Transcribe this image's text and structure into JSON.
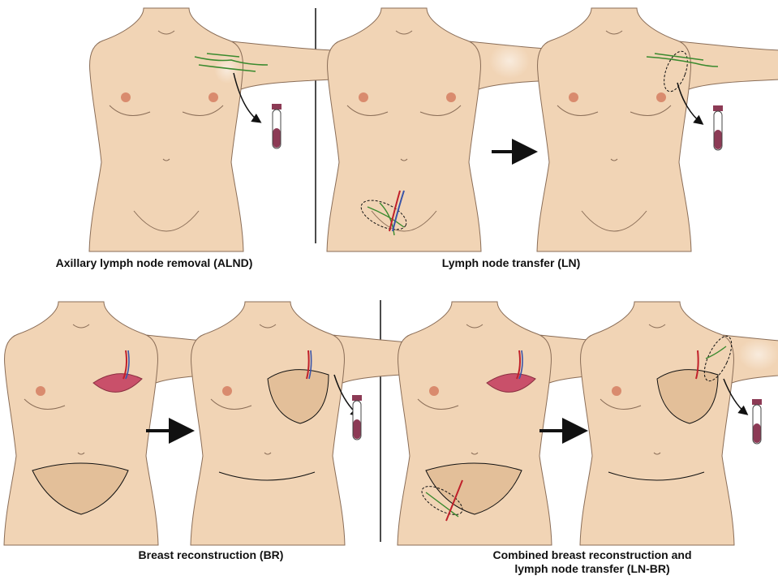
{
  "captions": {
    "alnd": "Axillary lymph node removal (ALND)",
    "ln": "Lymph node transfer (LN)",
    "br": "Breast reconstruction (BR)",
    "lnbr_line1": "Combined breast reconstruction and",
    "lnbr_line2": "lymph node transfer (LN-BR)"
  },
  "colors": {
    "skin": "#f1d4b5",
    "skin_outline": "#8a6d57",
    "nipple": "#d98b6e",
    "lymph": "#3a8a2e",
    "vessel_red": "#c0202a",
    "vessel_blue": "#3a54a8",
    "flap": "#c9506a",
    "tube_fluid": "#8c3a55",
    "arrow": "#111111"
  },
  "icons": [
    "blood-tube-icon",
    "transfer-arrow-icon"
  ]
}
